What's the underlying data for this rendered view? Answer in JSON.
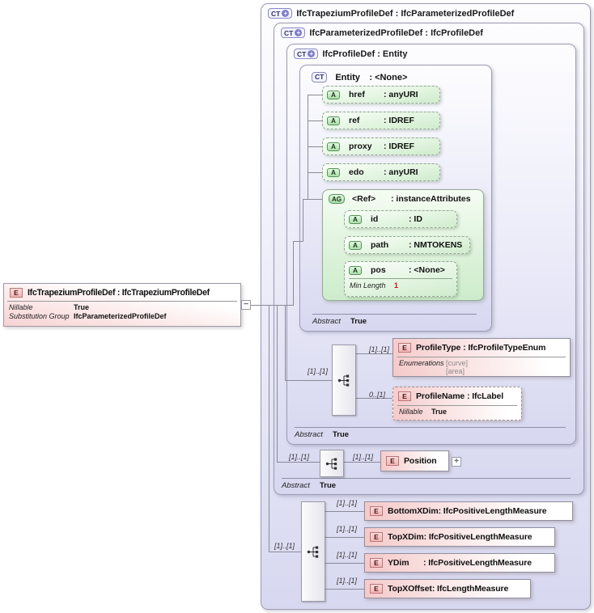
{
  "badges": {
    "ct": "CT",
    "e": "E",
    "a": "A",
    "ag": "AG",
    "plus": "+"
  },
  "toggles": {
    "collapse": "−",
    "expand": "+"
  },
  "root_element": {
    "title": "IfcTrapeziumProfileDef : IfcTrapeziumProfileDef",
    "facets": [
      {
        "label": "Nillable",
        "value": "True"
      },
      {
        "label": "Substitution Group",
        "value": "IfcParameterizedProfileDef"
      }
    ]
  },
  "type_boxes": {
    "trapezium": {
      "title": "IfcTrapeziumProfileDef : IfcParameterizedProfileDef"
    },
    "parameterized": {
      "title": "IfcParameterizedProfileDef : IfcProfileDef",
      "abstract_label": "Abstract",
      "abstract_value": "True"
    },
    "profiledef": {
      "title": "IfcProfileDef : Entity",
      "abstract_label": "Abstract",
      "abstract_value": "True"
    },
    "entity": {
      "name": "Entity",
      "type": ": <None>",
      "abstract_label": "Abstract",
      "abstract_value": "True"
    }
  },
  "entity_attributes": [
    {
      "name": "href",
      "type": ": anyURI"
    },
    {
      "name": "ref",
      "type": ": IDREF"
    },
    {
      "name": "proxy",
      "type": ": IDREF"
    },
    {
      "name": "edo",
      "type": ": anyURI"
    }
  ],
  "ref_attribute_group": {
    "name": "<Ref>",
    "type": ": instanceAttributes",
    "attributes": [
      {
        "name": "id",
        "type": ": ID"
      },
      {
        "name": "path",
        "type": ": NMTOKENS"
      },
      {
        "name": "pos",
        "type": ": <None>",
        "facet_label": "Min Length",
        "facet_value": "1"
      }
    ]
  },
  "profiledef_content": {
    "cardinality": "[1]..[1]",
    "profile_type": {
      "cardinality": "[1]..[1]",
      "title": "ProfileType : IfcProfileTypeEnum",
      "facet_label": "Enumerations",
      "facet_values": [
        "[curve]",
        "[area]"
      ]
    },
    "profile_name": {
      "cardinality": "0..[1]",
      "title": "ProfileName : IfcLabel",
      "facet_label": "Nillable",
      "facet_value": "True"
    }
  },
  "parameterized_content": {
    "cardinality": "[1]..[1]",
    "position": {
      "cardinality": "[1]..[1]",
      "title": "Position"
    }
  },
  "trapezium_content": {
    "cardinality": "[1]..[1]",
    "elements": [
      {
        "cardinality": "[1]..[1]",
        "name": "BottomXDim",
        "type": ": IfcPositiveLengthMeasure"
      },
      {
        "cardinality": "[1]..[1]",
        "name": "TopXDim",
        "type": ": IfcPositiveLengthMeasure"
      },
      {
        "cardinality": "[1]..[1]",
        "name": "YDim",
        "type": ": IfcPositiveLengthMeasure"
      },
      {
        "cardinality": "[1]..[1]",
        "name": "TopXOffset",
        "type": ": IfcLengthMeasure"
      }
    ]
  }
}
